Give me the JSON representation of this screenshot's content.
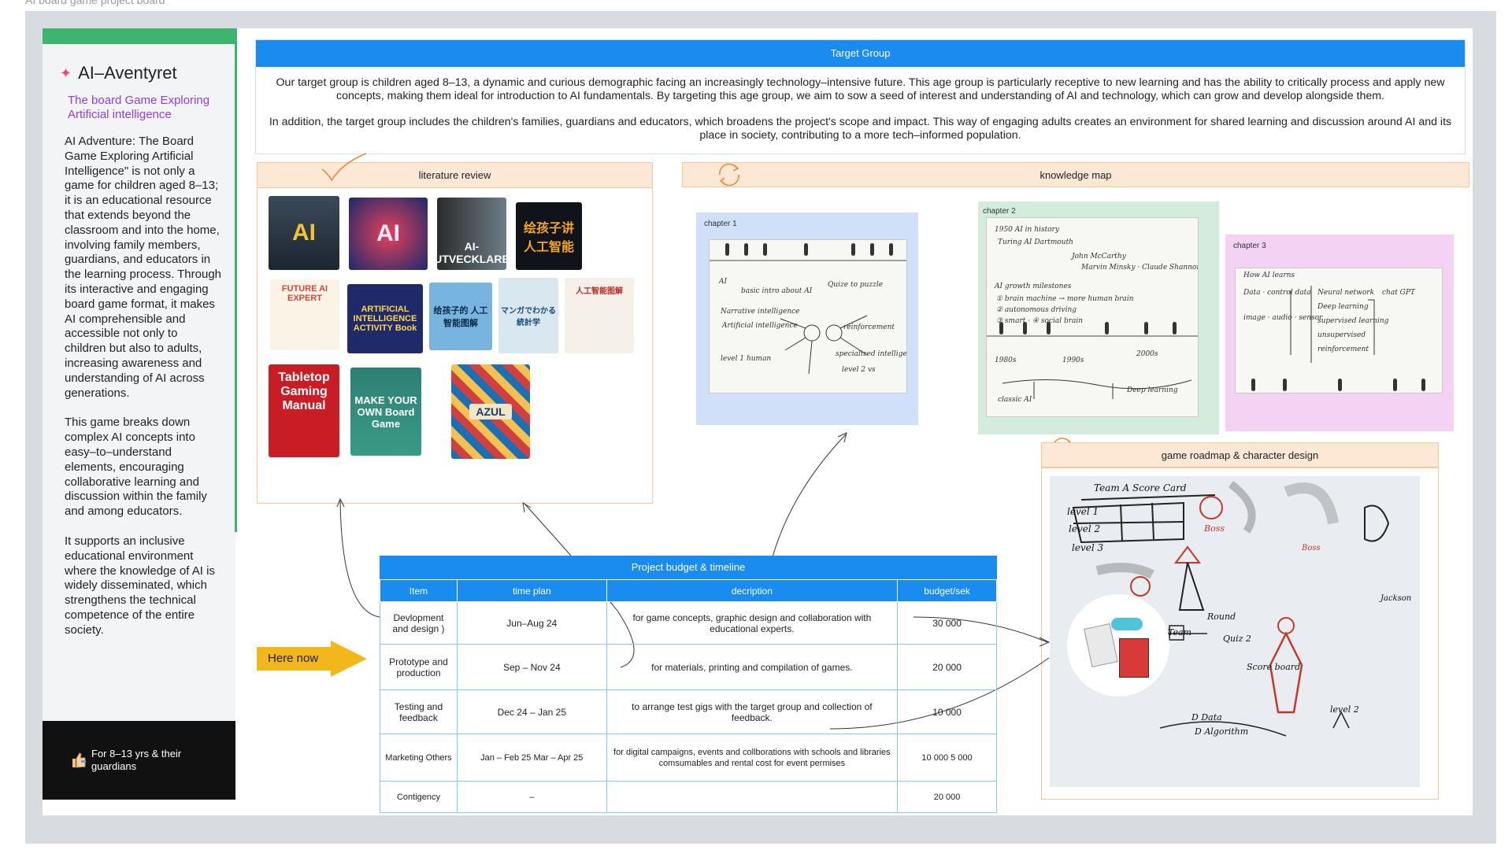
{
  "board_title": "AI board game project board",
  "sidebar": {
    "title": "AI–Aventyret",
    "title_icon": "party-popper-icon",
    "subtitle": "The board Game Exploring Artificial intelligence",
    "paragraphs": [
      "AI Adventure: The Board Game Exploring Artificial Intelligence\" is not only a game for children aged 8–13;    it is an educational resource that extends beyond the classroom and into the home, involving    family members, guardians, and educators in the learning process. Through its interactive and engaging board game format, it makes AI comprehensible and accessible not only to children but also to adults, increasing awareness and understanding of AI across generations.",
      "This game breaks down complex AI concepts into easy–to–understand elements, encouraging collaborative learning and discussion within the family and among educators.",
      "It supports an inclusive educational environment where the knowledge of AI is widely disseminated, which    strengthens the technical competence of the entire society."
    ],
    "footer": "For 8–13 yrs & their guardians",
    "footer_icon": "thumbs-up-icon",
    "accent": "#3fb46f"
  },
  "target_group": {
    "title": "Target Group",
    "p1": "Our target group is children aged 8–13, a dynamic and curious demographic facing an increasingly    technology–intensive future. This age group is particularly receptive to new learning and has the ability to    critically process and apply new concepts, making them ideal for introduction to AI fundamentals. By    targeting this age group, we aim to sow a seed of interest and understanding of AI and technology,    which can grow and develop alongside them.",
    "p2": "In addition, the target group includes the children's families, guardians and educators, which broadens    the project's scope and impact. This way of engaging adults creates an environment for shared learning and    discussion around AI and its place in society, contributing to a more tech–informed population."
  },
  "literature_review": {
    "title": "literature review",
    "books": [
      {
        "label": "AI"
      },
      {
        "label": "AI"
      },
      {
        "label": "AI- UTVECKLARE"
      },
      {
        "label": "绘孩子讲 人工智能"
      },
      {
        "label": "FUTURE AI EXPERT"
      },
      {
        "label": "ARTIFICIAL INTELLIGENCE ACTIVITY Book"
      },
      {
        "label": "给孩子的 人工智能图解"
      },
      {
        "label": "マンガでわかる 統計学"
      },
      {
        "label": "人工智能图解"
      },
      {
        "label": "Tabletop Gaming Manual"
      },
      {
        "label": "MAKE YOUR OWN Board Game"
      },
      {
        "label": "AZUL"
      }
    ]
  },
  "knowledge_map": {
    "title": "knowledge map",
    "chapters": [
      {
        "label": "chapter 1"
      },
      {
        "label": "chapter 2"
      },
      {
        "label": "chapter 3"
      }
    ]
  },
  "roadmap": {
    "title": "game roadmap & character design"
  },
  "budget": {
    "title": "Project budget & timeline",
    "headers": [
      "Item",
      "time plan",
      "decription",
      "budget/sek"
    ],
    "rows": [
      {
        "item": "Devlopment and design )",
        "time": "Jun–Aug 24",
        "desc": "for game concepts, graphic design and collaboration with educational experts.",
        "budget": "30 000"
      },
      {
        "item": "Prototype and production",
        "time": "Sep – Nov 24",
        "desc": "for materials, printing and compilation of games.",
        "budget": "20 000"
      },
      {
        "item": "Testing and feedback",
        "time": "Dec 24 – Jan 25",
        "desc": "to arrange test gigs with the target group and collection of feedback.",
        "budget": "10 000"
      },
      {
        "item": "Marketing Others",
        "time": "Jan – Feb 25 Mar – Apr 25",
        "desc": "for digital campaigns, events and collborations with schools and libraries comsumables and rental cost for event permises",
        "budget": "10 000 5 000"
      },
      {
        "item": "Contigency",
        "time": "–",
        "desc": "",
        "budget": "20 000"
      }
    ]
  },
  "here_now": "Here now",
  "colors": {
    "blue_header": "#1a8cf0",
    "peach": "#fde7d5",
    "arrow_yellow": "#f2b81b",
    "subtitle_purple": "#8f3ee0"
  }
}
